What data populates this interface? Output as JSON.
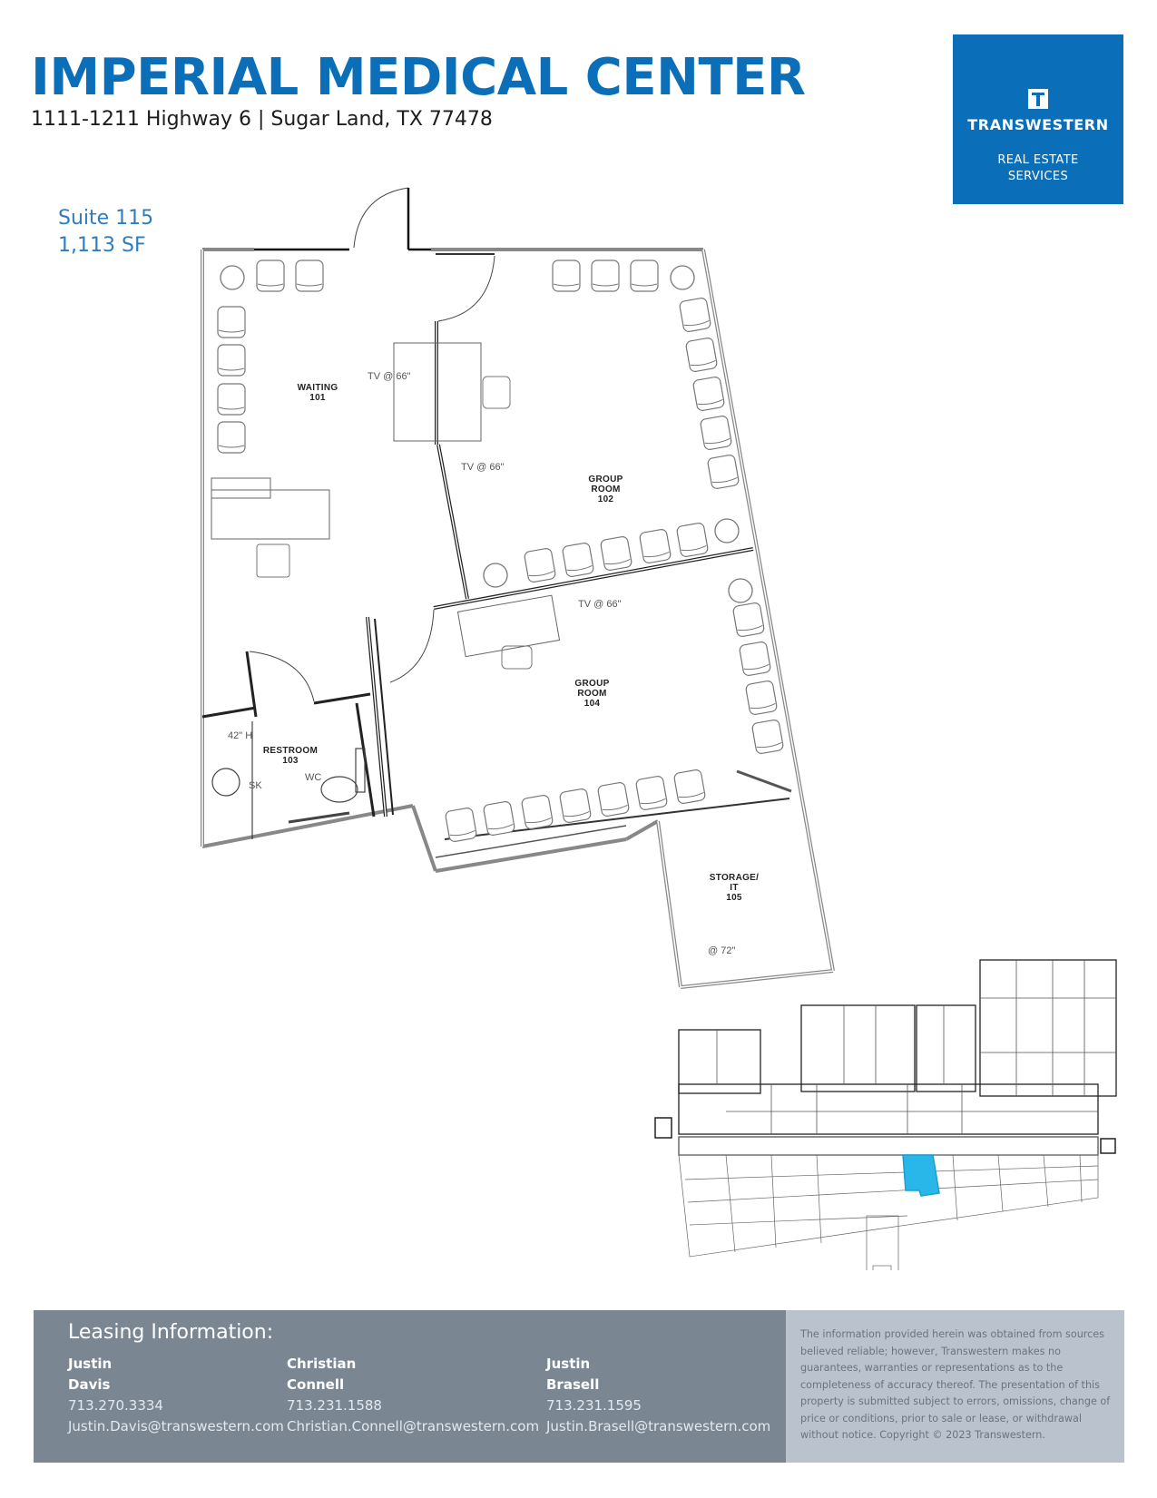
{
  "header": {
    "title": "IMPERIAL MEDICAL CENTER",
    "address": "1111-1211 Highway 6 | Sugar Land, TX 77478"
  },
  "logo": {
    "icon": "transwestern-t-icon",
    "name": "TRANSWESTERN",
    "sub_line1": "REAL ESTATE",
    "sub_line2": "SERVICES",
    "color": "#0a6fb8"
  },
  "suite": {
    "number": "Suite 115",
    "size": "1,113 SF",
    "color": "#2e7dbf"
  },
  "floorplan": {
    "rooms": [
      {
        "name": "WAITING",
        "number": "101"
      },
      {
        "name": "GROUP ROOM",
        "number": "102"
      },
      {
        "name": "RESTROOM",
        "number": "103"
      },
      {
        "name": "GROUP ROOM",
        "number": "104"
      },
      {
        "name": "STORAGE/ IT",
        "number": "105"
      }
    ],
    "notes": {
      "tv_waiting": "TV @ 66\"",
      "tv_group102": "TV @ 66\"",
      "tv_group104": "TV @ 66\"",
      "height_42": "42\" H",
      "sink": "SK",
      "toilet": "WC",
      "storage_72": "@ 72\""
    }
  },
  "keyplan": {
    "highlight_color": "#29b6e8",
    "label": "site-key-plan"
  },
  "leasing": {
    "title": "Leasing Information:",
    "agents": [
      {
        "first": "Justin",
        "last": "Davis",
        "phone": "713.270.3334",
        "email": "Justin.Davis@transwestern.com"
      },
      {
        "first": "Christian",
        "last": "Connell",
        "phone": "713.231.1588",
        "email": "Christian.Connell@transwestern.com"
      },
      {
        "first": "Justin",
        "last": "Brasell",
        "phone": "713.231.1595",
        "email": "Justin.Brasell@transwestern.com"
      }
    ]
  },
  "disclaimer": "The information provided herein was obtained from sources believed reliable; however, Transwestern makes no guarantees, warranties or representations as to the completeness of accuracy thereof. The presentation of this property is submitted subject to errors, omissions, change of price or conditions, prior to sale or lease, or withdrawal without notice. Copyright © 2023 Transwestern."
}
